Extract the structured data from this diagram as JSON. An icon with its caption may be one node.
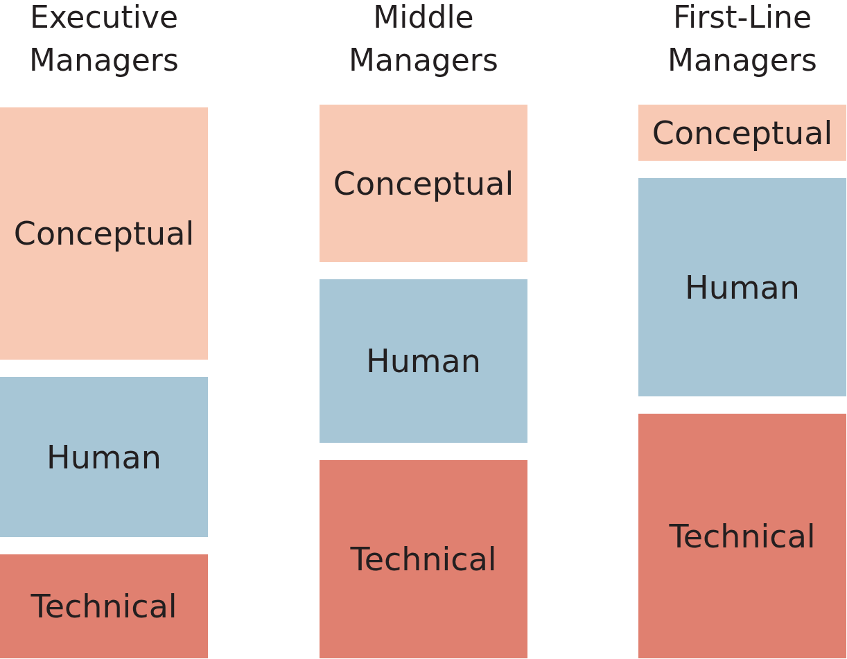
{
  "diagram": {
    "nodes": [
      {
        "text": [
          "Conceptual"
        ]
      },
      {
        "text": [
          "Human"
        ]
      },
      {
        "text": [
          "Technical"
        ]
      },
      {
        "text": [
          "Conceptual"
        ]
      },
      {
        "text": [
          "Human"
        ]
      },
      {
        "text": [
          "Technical"
        ]
      },
      {
        "text": [
          "Conceptual"
        ]
      },
      {
        "text": [
          "Human"
        ]
      },
      {
        "text": [
          "Technical"
        ]
      }
    ],
    "edges": [],
    "labels": [
      "Executive Managers",
      "Middle Managers",
      "First-Line Managers"
    ]
  }
}
